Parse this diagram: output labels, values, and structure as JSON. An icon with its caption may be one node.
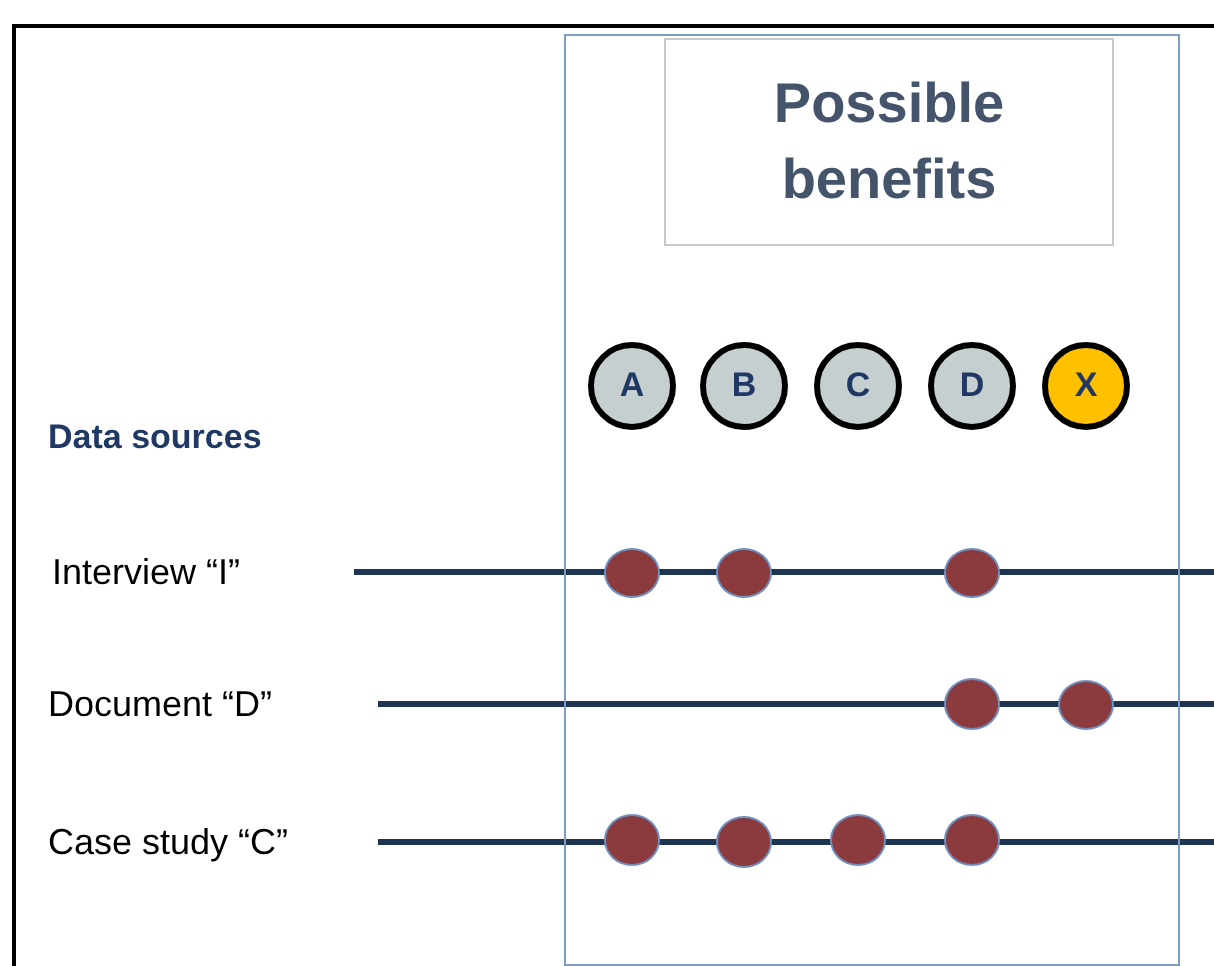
{
  "diagram": {
    "nodes": [
      {
        "text": [],
        "shape": "box"
      },
      {
        "text": [
          "Possible benefits"
        ],
        "in": 0
      },
      {
        "text": [
          "A"
        ],
        "in": 0
      },
      {
        "text": [
          "B"
        ],
        "in": 0
      },
      {
        "text": [
          "C"
        ],
        "in": 0
      },
      {
        "text": [
          "D"
        ],
        "in": 0
      },
      {
        "text": [
          "X"
        ],
        "in": 0
      },
      {
        "text": [
          "Interview “I”"
        ]
      },
      {
        "text": [],
        "shape": "circle",
        "in": 0
      },
      {
        "text": [],
        "shape": "circle",
        "in": 0
      },
      {
        "text": [],
        "shape": "circle",
        "in": 0
      },
      {
        "text": [
          "Document “D”"
        ]
      },
      {
        "text": [],
        "shape": "circle",
        "in": 0
      },
      {
        "text": [],
        "shape": "circle",
        "in": 0
      },
      {
        "text": [
          "Case study “C”"
        ]
      },
      {
        "text": [],
        "shape": "circle",
        "in": 0
      },
      {
        "text": [],
        "shape": "circle",
        "in": 0
      },
      {
        "text": [],
        "shape": "circle",
        "in": 0
      },
      {
        "text": [],
        "shape": "circle",
        "in": 0
      }
    ],
    "edges": [
      {
        "from": 7,
        "to": null,
        "arrow": "none"
      },
      {
        "from": 11,
        "to": null,
        "arrow": "none"
      },
      {
        "from": 14,
        "to": null,
        "arrow": "none"
      }
    ],
    "labels": [
      "Data sources"
    ]
  }
}
